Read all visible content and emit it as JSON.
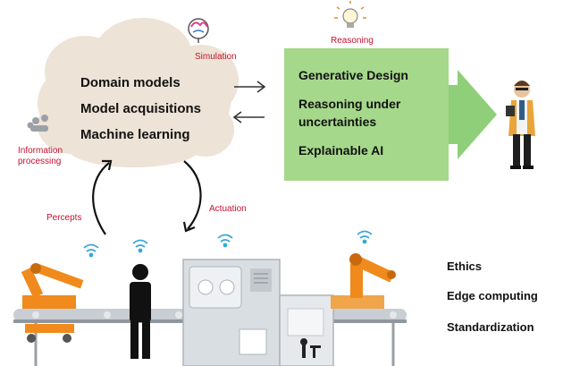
{
  "cloud": {
    "items": [
      "Domain models",
      "Model acquisitions",
      "Machine learning"
    ],
    "label_simulation": "Simulation",
    "label_information_processing": "Information processing"
  },
  "reasoning": {
    "label": "Reasoning",
    "items": [
      "Generative Design",
      "Reasoning under uncertainties",
      "Explainable AI"
    ]
  },
  "loop": {
    "percepts": "Percepts",
    "actuation": "Actuation"
  },
  "right_list": [
    "Ethics",
    "Edge computing",
    "Standardization"
  ],
  "colors": {
    "cloud": "#ede3d6",
    "green_box": "#a5d88b",
    "green_arrow": "#8fcf7a",
    "accent_red": "#c8102e",
    "wifi_blue": "#3aa6d8",
    "robot_orange": "#f08a1c",
    "machine_gray": "#d9dee3"
  },
  "icons": [
    "brain-icon",
    "lightbulb-icon",
    "people-network-icon",
    "wifi-icon",
    "robot-arm-icon",
    "person-silhouette-icon",
    "machine-icon",
    "engineer-figure-icon"
  ]
}
